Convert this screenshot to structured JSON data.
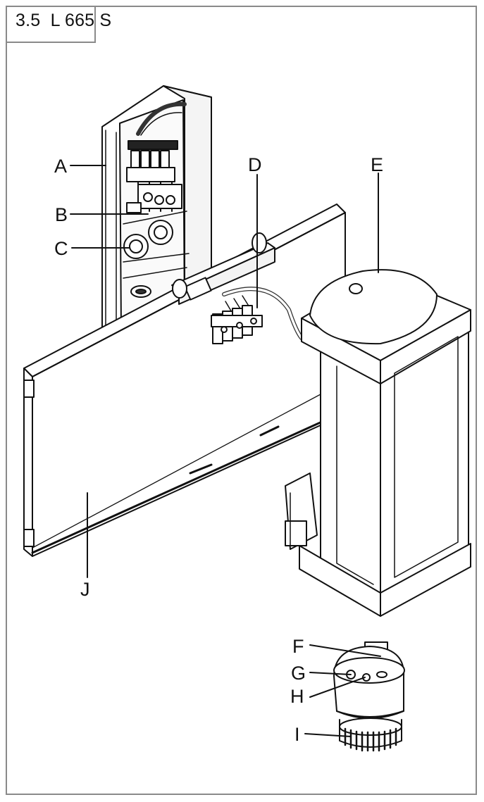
{
  "title": "3.5  L 665 S",
  "labels": {
    "a": "A",
    "b": "B",
    "c": "C",
    "d": "D",
    "e": "E",
    "f": "F",
    "g": "G",
    "h": "H",
    "i": "I",
    "j": "J"
  }
}
